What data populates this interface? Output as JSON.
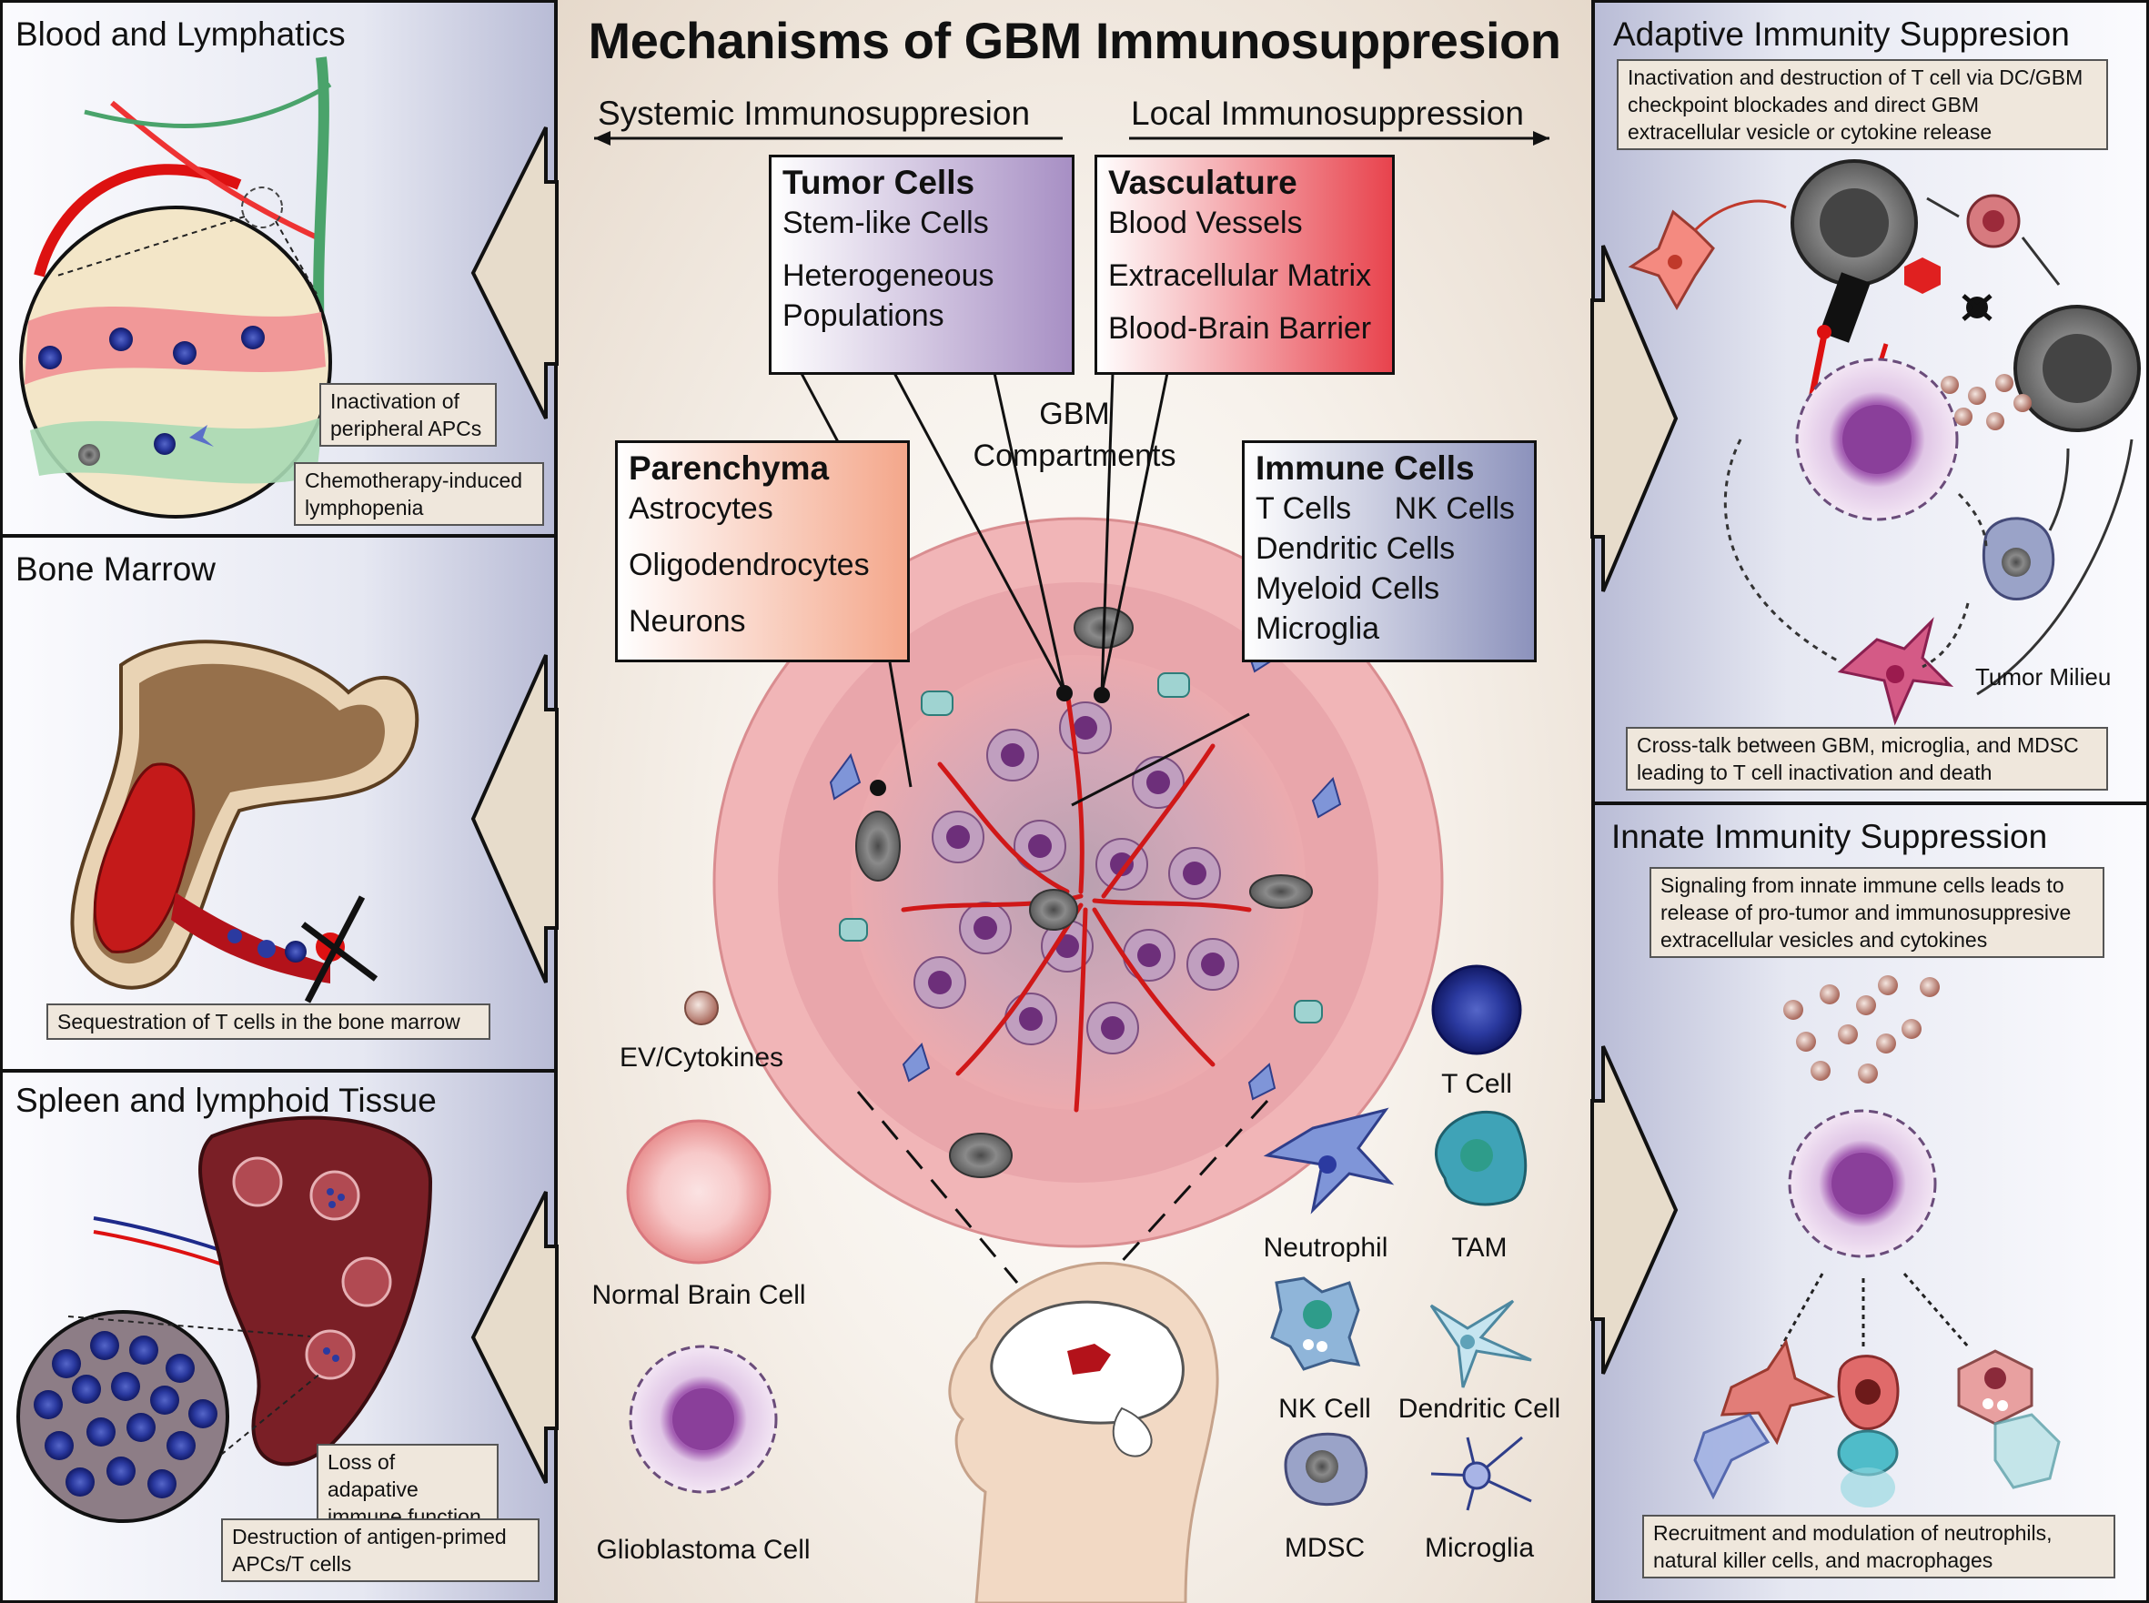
{
  "title": "Mechanisms of GBM Immunosuppresion",
  "axis": {
    "left": "Systemic Immunosuppresion",
    "right": "Local Immunosuppression"
  },
  "compartments": {
    "label": "GBM Compartments",
    "tumor_cells": {
      "heading": "Tumor Cells",
      "items": [
        "Stem-like Cells",
        "Heterogeneous",
        "Populations"
      ]
    },
    "vasculature": {
      "heading": "Vasculature",
      "items": [
        "Blood Vessels",
        "Extracellular Matrix",
        "Blood-Brain Barrier"
      ]
    },
    "parenchyma": {
      "heading": "Parenchyma",
      "items": [
        "Astrocytes",
        "Oligodendrocytes",
        "Neurons"
      ]
    },
    "immune_cells": {
      "heading": "Immune Cells",
      "items": [
        "T Cells",
        "NK Cells",
        "Dendritic Cells",
        "Myeloid Cells",
        "Microglia"
      ]
    }
  },
  "legend": {
    "ev": "EV/Cytokines",
    "normal": "Normal Brain Cell",
    "gbm": "Glioblastoma Cell",
    "tcell": "T Cell",
    "neutrophil": "Neutrophil",
    "tam": "TAM",
    "nk": "NK Cell",
    "dendritic": "Dendritic Cell",
    "mdsc": "MDSC",
    "microglia": "Microglia"
  },
  "panels": {
    "blood": {
      "title": "Blood and Lymphatics",
      "note1": "Inactivation of peripheral APCs",
      "note2": "Chemotherapy-induced lymphopenia"
    },
    "bone": {
      "title": "Bone Marrow",
      "note": "Sequestration of T cells in the bone marrow"
    },
    "spleen": {
      "title": "Spleen and lymphoid Tissue",
      "note1": "Loss of adapative immune function",
      "note2": "Destruction of antigen-primed APCs/T cells"
    },
    "adaptive": {
      "title": "Adaptive Immunity Suppresion",
      "note1": "Inactivation and destruction of T cell via DC/GBM checkpoint blockades and direct GBM extracellular vesicle or cytokine release",
      "milieu": "Tumor Milieu",
      "note2": "Cross-talk between GBM, microglia, and MDSC leading to T cell inactivation and death"
    },
    "innate": {
      "title": "Innate Immunity Suppression",
      "note1": "Signaling from innate immune cells leads to release of pro-tumor and immunosuppresive extracellular vesicles and cytokines",
      "note2": "Recruitment and modulation of neutrophils, natural killer cells, and macrophages"
    }
  }
}
